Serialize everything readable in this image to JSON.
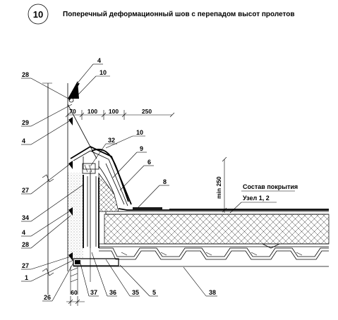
{
  "detail_number": "10",
  "title": "Поперечный деформационный шов с перепадом высот пролетов",
  "roof_note": {
    "line1": "Состав покрытия",
    "line2": "Узел 1, 2"
  },
  "vertical_dimension": "min 250",
  "top_dimensions": [
    "70",
    "100",
    "100",
    "250"
  ],
  "bottom_dimension": "60",
  "callouts_left": [
    "28",
    "29",
    "4",
    "27",
    "34",
    "4",
    "28",
    "27",
    "1",
    "26"
  ],
  "callouts_top": [
    "4",
    "10",
    "32",
    "10",
    "9",
    "6",
    "8"
  ],
  "callouts_bottom": [
    "37",
    "36",
    "35",
    "5",
    "38"
  ],
  "colors": {
    "ink": "#000000",
    "background": "#ffffff",
    "membrane": "#1a1a1a",
    "insulation_hatch": "#3a3a3a",
    "insulation_fill": "#d8d8d8"
  }
}
